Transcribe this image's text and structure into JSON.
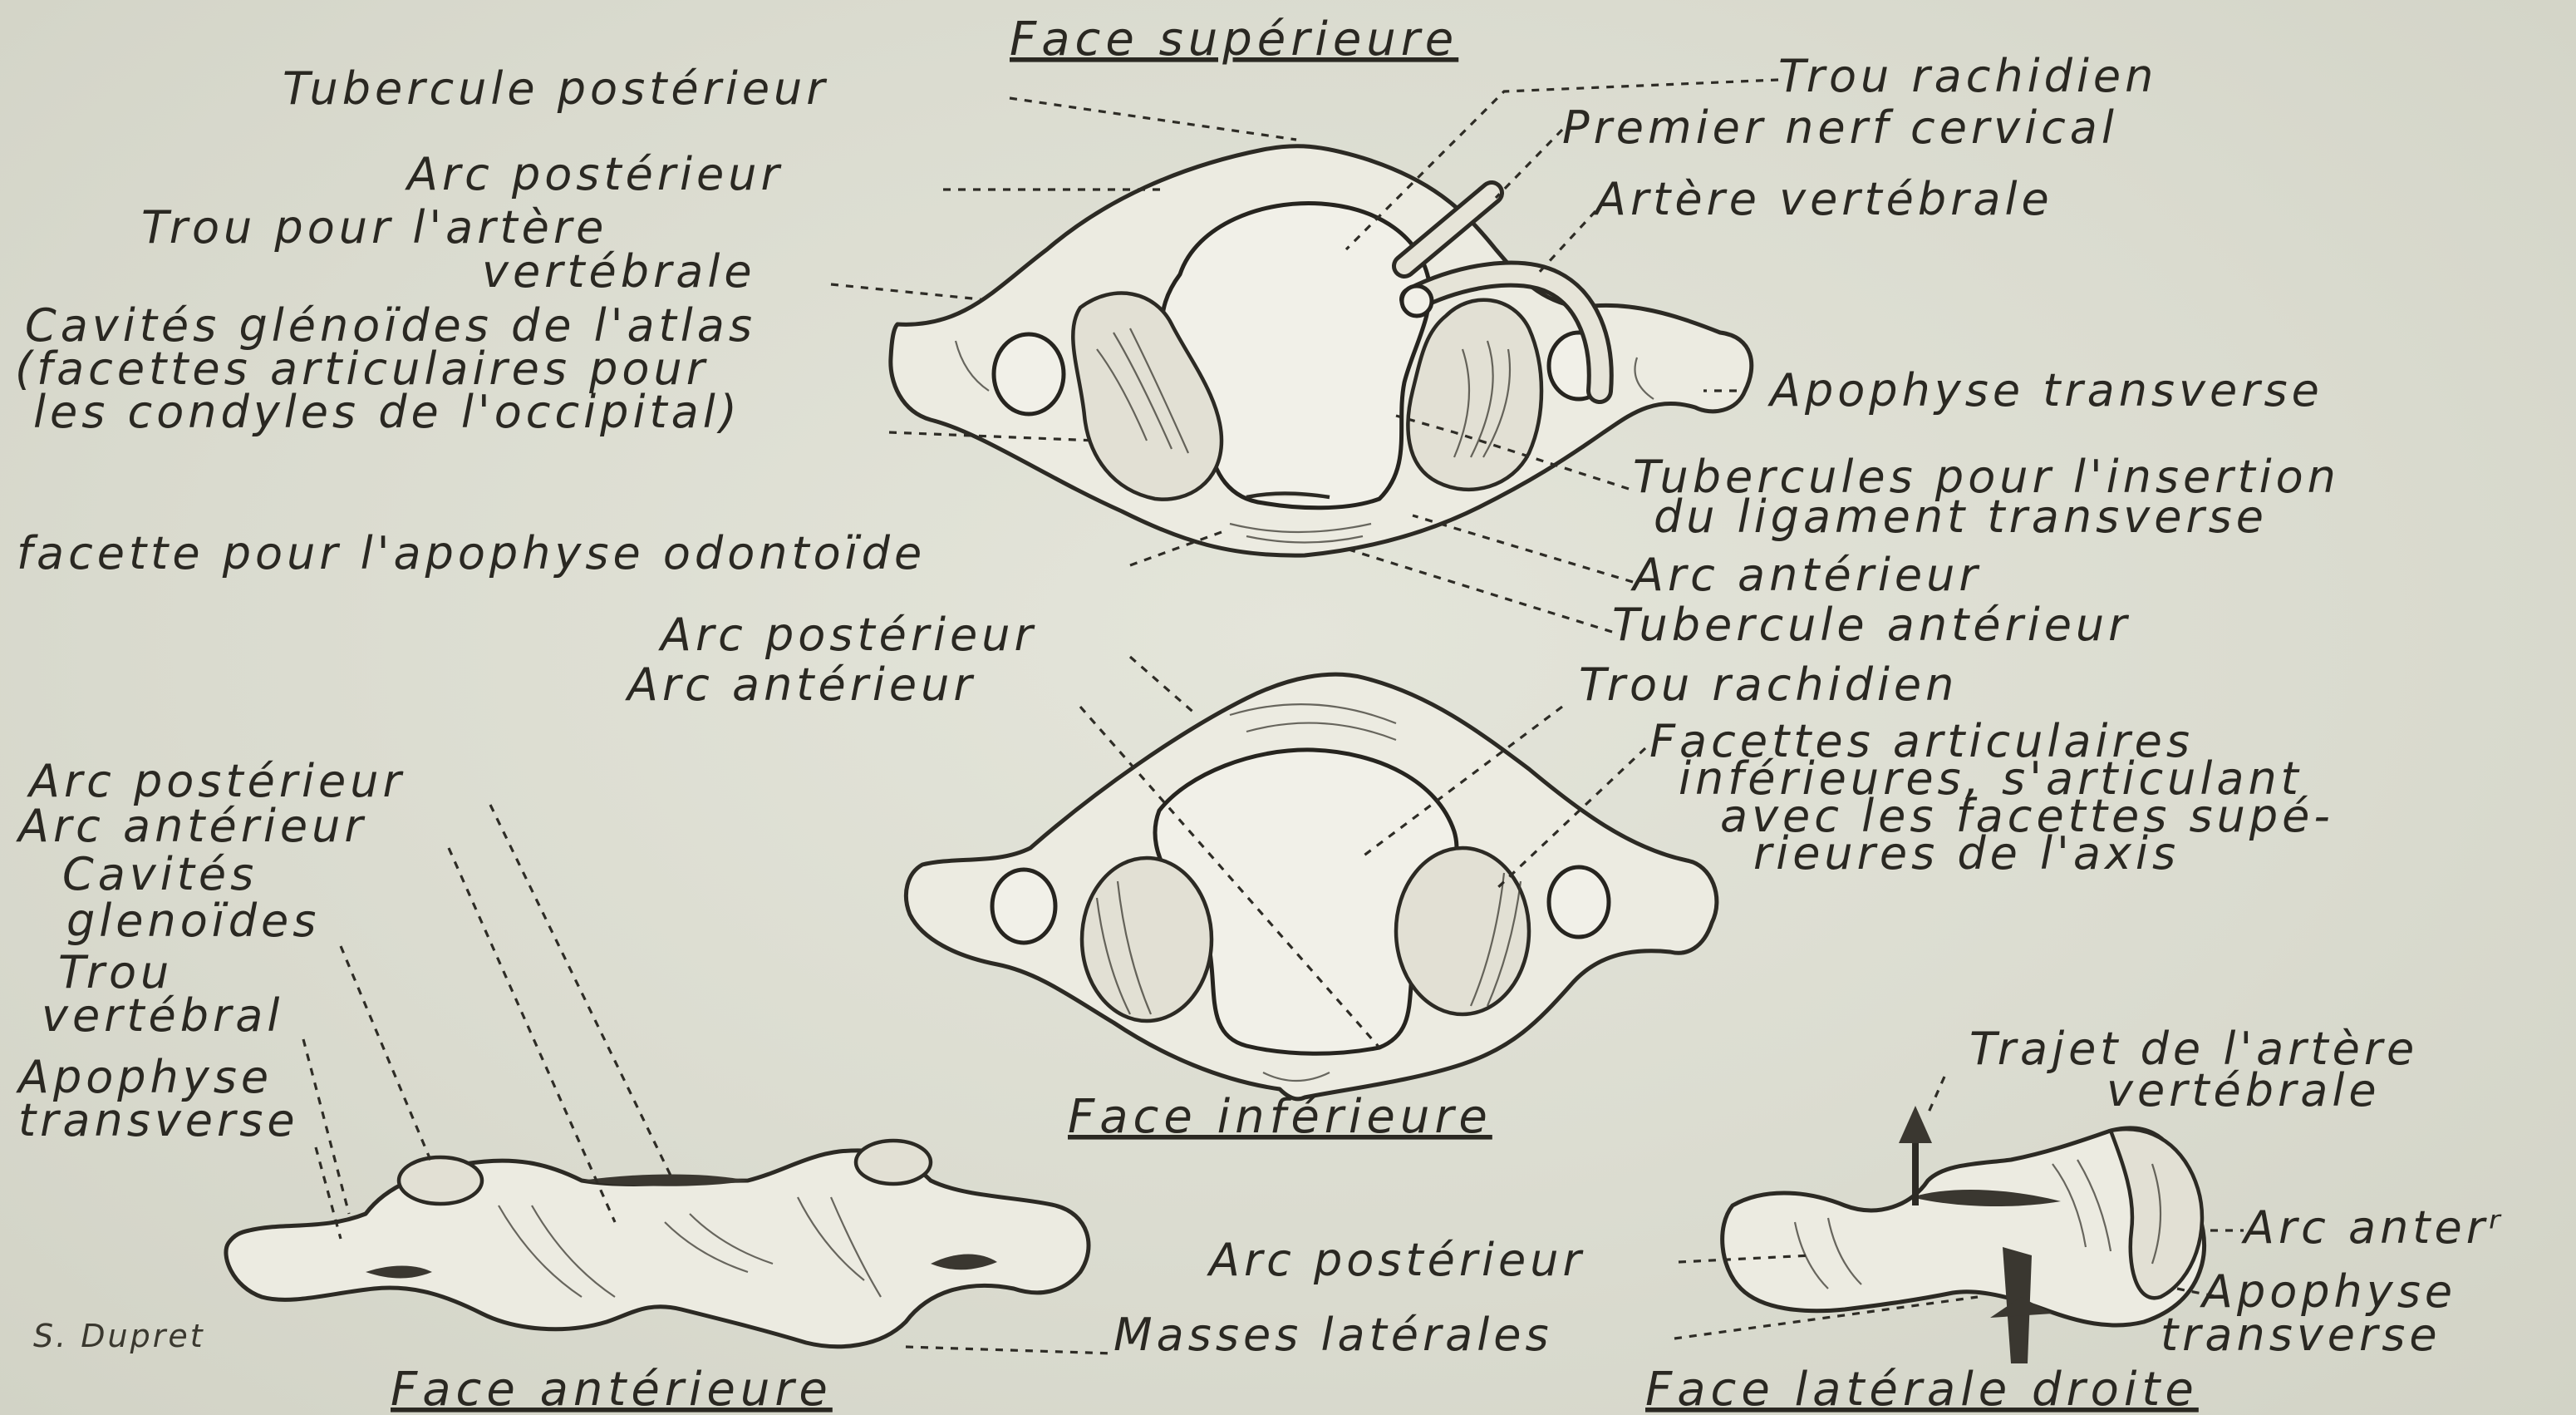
{
  "titles": {
    "superior": "Face supérieure",
    "inferior": "Face inférieure",
    "anterior": "Face antérieure",
    "lateral": "Face latérale droite"
  },
  "signature": "S. Dupret",
  "superior_labels": {
    "tubercule_posterieur": "Tubercule postérieur",
    "arc_posterieur": "Arc postérieur",
    "trou_arteriel_1": "Trou pour l'artère",
    "trou_arteriel_2": "vertébrale",
    "cavites_1": "Cavités glénoïdes de l'atlas",
    "cavites_2": "(facettes articulaires pour",
    "cavites_3": "les condyles de l'occipital)",
    "facette_odontoide": "facette pour l'apophyse odontoïde",
    "trou_rachidien": "Trou rachidien",
    "premier_nerf": "Premier nerf cervical",
    "artere_vertebrale": "Artère vertébrale",
    "apophyse_transverse": "Apophyse transverse",
    "tubercules_1": "Tubercules pour l'insertion",
    "tubercules_2": "du ligament transverse",
    "arc_anterieur": "Arc antérieur",
    "tubercule_anterieur": "Tubercule antérieur"
  },
  "inferior_labels": {
    "arc_posterieur": "Arc postérieur",
    "arc_anterieur": "Arc antérieur",
    "trou_rachidien": "Trou rachidien",
    "facettes_1": "Facettes articulaires",
    "facettes_2": "inférieures, s'articulant",
    "facettes_3": "avec les facettes supé-",
    "facettes_4": "rieures de l'axis"
  },
  "anterior_labels": {
    "arc_posterieur": "Arc postérieur",
    "arc_anterieur": "Arc antérieur",
    "cavites_1": "Cavités",
    "cavites_2": "glenoïdes",
    "trou_1": "Trou",
    "trou_2": "vertébral",
    "apophyse_1": "Apophyse",
    "apophyse_2": "transverse",
    "masses_laterales": "Masses latérales"
  },
  "lateral_labels": {
    "trajet_1": "Trajet de l'artère",
    "trajet_2": "vertébrale",
    "arc_anter": "Arc anterʳ",
    "arc_posterieur": "Arc postérieur",
    "apophyse_1": "Apophyse",
    "apophyse_2": "transverse"
  }
}
